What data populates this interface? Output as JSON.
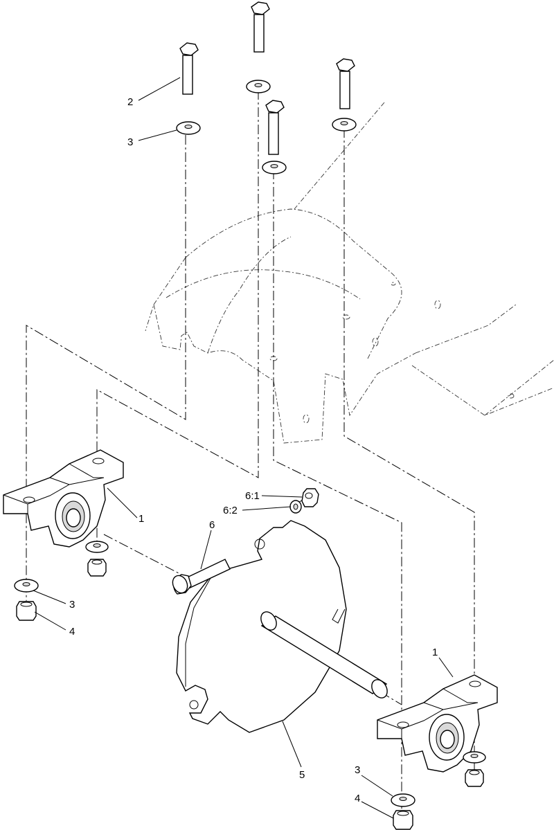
{
  "callouts": {
    "c1": "2",
    "c2": "3",
    "c3": "1",
    "c4": "6:1",
    "c5": "6:2",
    "c6": "6",
    "c7": "3",
    "c8": "4",
    "c9": "1",
    "c10": "5",
    "c11": "3",
    "c12": "4"
  }
}
